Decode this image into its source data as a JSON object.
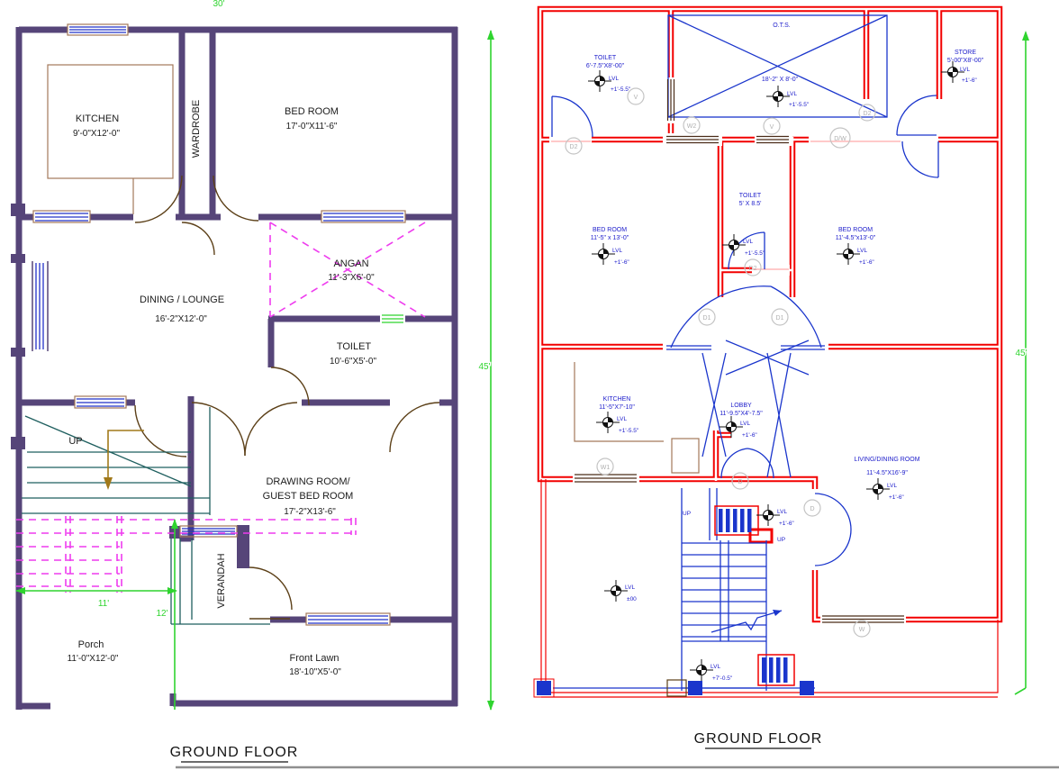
{
  "left_plan": {
    "title": "GROUND FLOOR",
    "dims": {
      "top": "30'",
      "side": "45'",
      "stair_width": "11'",
      "lawn_offset": "12'"
    },
    "labels": {
      "kitchen": {
        "name": "KITCHEN",
        "size": "9'-0\"X12'-0\""
      },
      "wardrobe": {
        "name": "WARDROBE"
      },
      "bedroom": {
        "name": "BED ROOM",
        "size": "17'-0\"X11'-6\""
      },
      "dining": {
        "name": "DINING / LOUNGE",
        "size": "16'-2\"X12'-0\""
      },
      "angan": {
        "name": "ANGAN",
        "size": "11'-3\"X6'-0\""
      },
      "toilet": {
        "name": "TOILET",
        "size": "10'-6\"X5'-0\""
      },
      "drawing": {
        "name1": "DRAWING ROOM/",
        "name2": "GUEST BED ROOM",
        "size": "17'-2\"X13'-6\""
      },
      "verandah": {
        "name": "VERANDAH"
      },
      "porch": {
        "name": "Porch",
        "size": "11'-0\"X12'-0\""
      },
      "front_lawn": {
        "name": "Front Lawn",
        "size": "18'-10\"X5'-0\""
      },
      "up": "UP"
    }
  },
  "right_plan": {
    "title": "GROUND FLOOR",
    "dims": {
      "side": "45'"
    },
    "rooms": {
      "toilet_top": {
        "name": "TOILET",
        "size": "6'-7.5\"X8'-00\"",
        "lvl": "LVL",
        "lvl_value": "+1'-5.5\""
      },
      "ots": {
        "name": "O.T.S.",
        "size": "18'-2\" X 8'-0\"",
        "lvl": "LVL",
        "lvl_value": "+1'-5.5\""
      },
      "store": {
        "name": "STORE",
        "size": "5'-00\"X8'-00\"",
        "lvl": "LVL",
        "lvl_value": "+1'-6\""
      },
      "bedroom_left": {
        "name": "BED ROOM",
        "size": "11'-5\" x 13'-0\"",
        "lvl": "LVL",
        "lvl_value": "+1'-6\""
      },
      "toilet_mid": {
        "name": "TOILET",
        "size": "5' X 8.5'",
        "lvl": "LVL",
        "lvl_value": "+1'-5.5\""
      },
      "bedroom_right": {
        "name": "BED ROOM",
        "size": "11'-4.5\"x13'-0\"",
        "lvl": "LVL",
        "lvl_value": "+1'-6\""
      },
      "kitchen": {
        "name": "KITCHEN",
        "size": "11'-5\"X7'-10\"",
        "lvl": "LVL",
        "lvl_value": "+1'-5.5\""
      },
      "lobby": {
        "name": "LOBBY",
        "size": "11'-9.5\"X4'-7.5\"",
        "lvl": "LVL",
        "lvl_value": "+1'-6\""
      },
      "living": {
        "name": "LIVING/DINING ROOM",
        "size": "11'-4.5\"X16'-9\"",
        "lvl": "LVL",
        "lvl_value": "+1'-6\""
      },
      "stair": {
        "lvl": "LVL",
        "lvl_value": "+1'-6\"",
        "up1": "UP",
        "up2": "UP"
      },
      "ground": {
        "lvl": "LVL",
        "lvl_value": "±00"
      },
      "landing": {
        "lvl": "LVL",
        "lvl_value": "+7'-0.5\""
      }
    },
    "markers": {
      "v_toilet": "V",
      "w2_wall": "W2",
      "v_wall": "V",
      "dw_wall": "D/W",
      "d2_toilet": "D2",
      "d2_store": "D2",
      "d2_wc": "D2",
      "d1_left": "D1",
      "d1_right": "D1",
      "w1_kitchen": "W1",
      "d_lobby": "D",
      "d_living": "D",
      "w_living": "W"
    }
  },
  "colors": {
    "left_wall": "#564579",
    "right_wall": "#f20000",
    "dimension_green": "#2fd42f",
    "annotation_blue": "#2020cc",
    "hatch_magenta": "#ee3cee",
    "window_blue": "#2231c8"
  }
}
